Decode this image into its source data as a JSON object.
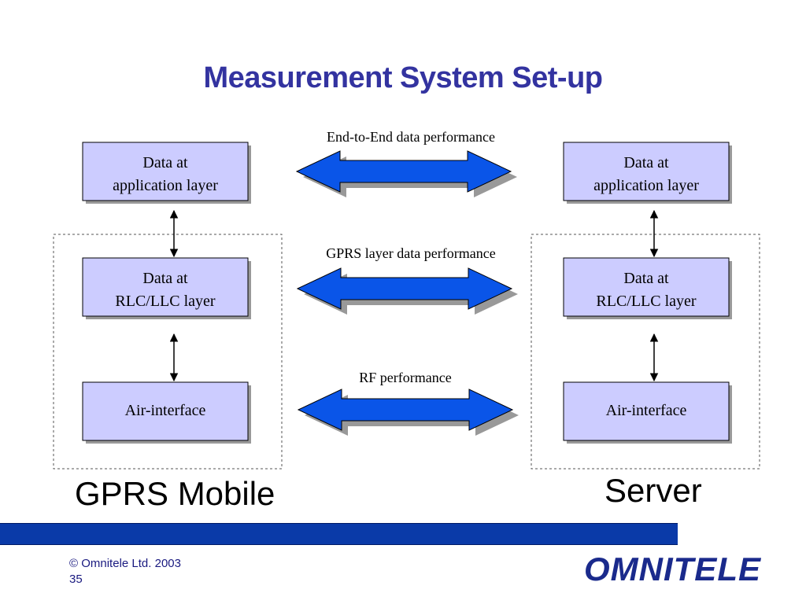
{
  "slide": {
    "title": "Measurement System Set-up"
  },
  "boxes": {
    "left_app": {
      "line1": "Data at",
      "line2": "application layer"
    },
    "left_rlc": {
      "line1": "Data at",
      "line2": "RLC/LLC layer"
    },
    "left_air": {
      "line1": "Air-interface"
    },
    "right_app": {
      "line1": "Data at",
      "line2": "application layer"
    },
    "right_rlc": {
      "line1": "Data at",
      "line2": "RLC/LLC layer"
    },
    "right_air": {
      "line1": "Air-interface"
    }
  },
  "flows": {
    "end_to_end": "End-to-End data performance",
    "gprs_layer": "GPRS layer data performance",
    "rf": "RF performance"
  },
  "groups": {
    "left": "GPRS Mobile",
    "right": "Server"
  },
  "footer": {
    "copyright": "© Omnitele Ltd. 2003",
    "page_number": "35"
  },
  "logo": {
    "text": "OMNITELE"
  },
  "colors": {
    "title": "#3333a0",
    "box_fill": "#ccccff",
    "arrow_fill": "#0a55e8",
    "footer_bar": "#0a3aa8"
  }
}
